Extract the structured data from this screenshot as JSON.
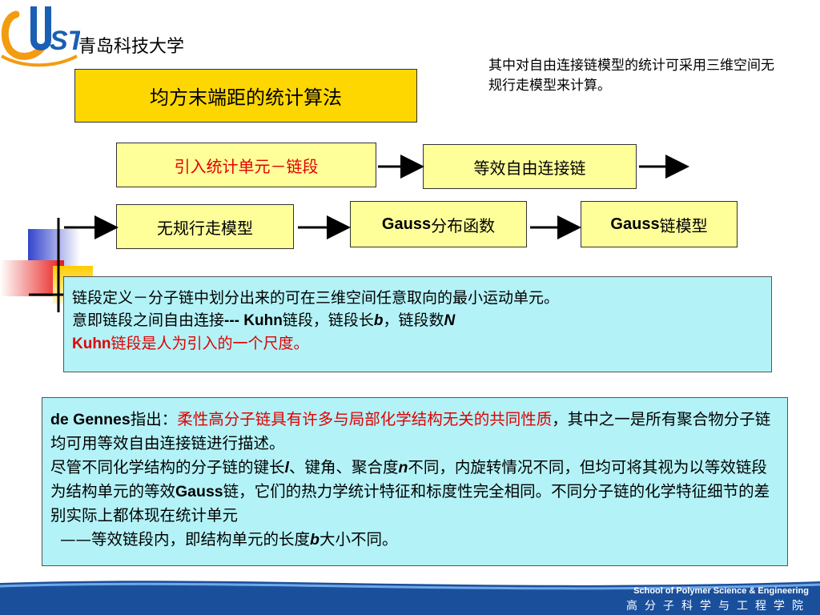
{
  "header": {
    "logo_text": "QUST",
    "university": "青岛科技大学"
  },
  "top_note": "其中对自由连接链模型的统计可采用三维空间无规行走模型来计算。",
  "title": "均方末端距的统计算法",
  "flow": {
    "b1": "引入统计单元－链段",
    "b2": "等效自由连接链",
    "b3": "无规行走模型",
    "b4_en": "Gauss",
    "b4_cn": "分布函数",
    "b5_en": "Gauss",
    "b5_cn": "链模型"
  },
  "box1": {
    "line1": "链段定义－分子链中划分出来的可在三维空间任意取向的最小运动单元。",
    "line2_a": "意即链段之间自由连接",
    "line2_b": "--- Kuhn",
    "line2_c": "链段，链段长",
    "line2_d": "b",
    "line2_e": "，链段数",
    "line2_f": "N",
    "line3_a": "Kuhn",
    "line3_b": "链段是人为引入的一个尺度。"
  },
  "box2": {
    "s1": "de Gennes",
    "s2": "指出：",
    "s3": "柔性高分子链具有许多与局部化学结构无关的共同性质",
    "s4": "，其中之一是所有聚合物分子链均可用等效自由连接链进行描述。",
    "s5": "尽管不同化学结构的分子链的键长",
    "s6": "l",
    "s7": "、键角、聚合度",
    "s8": "n",
    "s9": "不同，内旋转情况不同，但均可将其视为以等效链段为结构单元的等效",
    "s10": "Gauss",
    "s11": "链，它们的热力学统计特征和标度性完全相同。不同分子链的化学特征细节的差别实际上都体现在统计单元",
    "s12": "——等效链段内，即结构单元的长度",
    "s13": "b",
    "s14": "大小不同。"
  },
  "footer": {
    "en": "School of Polymer Science & Engineering",
    "cn": "高分子科学与工程学院"
  },
  "colors": {
    "title_fill": "#ffd700",
    "box_fill": "#ffff99",
    "cyan_fill": "#b3f3f8",
    "accent_red": "#e00000",
    "footer_blue": "#1a4f9c"
  }
}
